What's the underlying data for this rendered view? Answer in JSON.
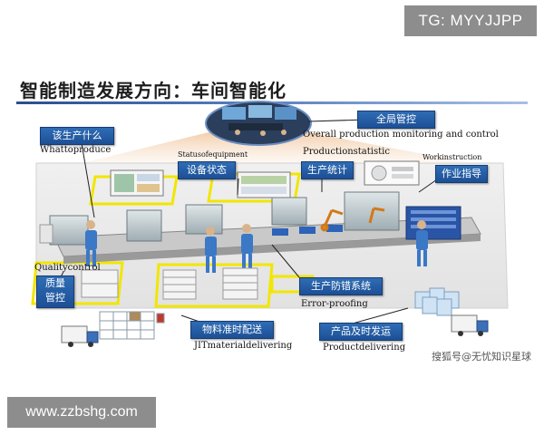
{
  "badge": "TG: MYYJJPP",
  "title": "智能制造发展方向：车间智能化",
  "labels": {
    "overall_cn": "全局管控",
    "overall_en": "Overall production monitoring and control",
    "what_cn": "该生产什么",
    "what_en": "Whattoproduce",
    "status_en": "Statusofequipment",
    "status_cn": "设备状态",
    "stat_en": "Productionstatistic",
    "stat_cn": "生产统计",
    "work_en": "Workinstruction",
    "work_cn": "作业指导",
    "quality_en": "Qualitycontrol",
    "quality_cn_line1": "质量",
    "quality_cn_line2": "管控",
    "error_cn": "生产防错系统",
    "error_en": "Error-proofing",
    "jit_cn": "物料准时配送",
    "jit_en": "JITmaterialdelivering",
    "product_cn": "产品及时发运",
    "product_en": "Productdelivering"
  },
  "watermark": "搜狐号@无忧知识星球",
  "footer_url": "www.zzbshg.com",
  "colors": {
    "label_blue": "#2563ad",
    "highlight_yellow": "#f2e600",
    "conveyor_grey": "#c9c9c9",
    "worker_blue": "#3b78c6",
    "title_rule": "#2a4e8e"
  }
}
